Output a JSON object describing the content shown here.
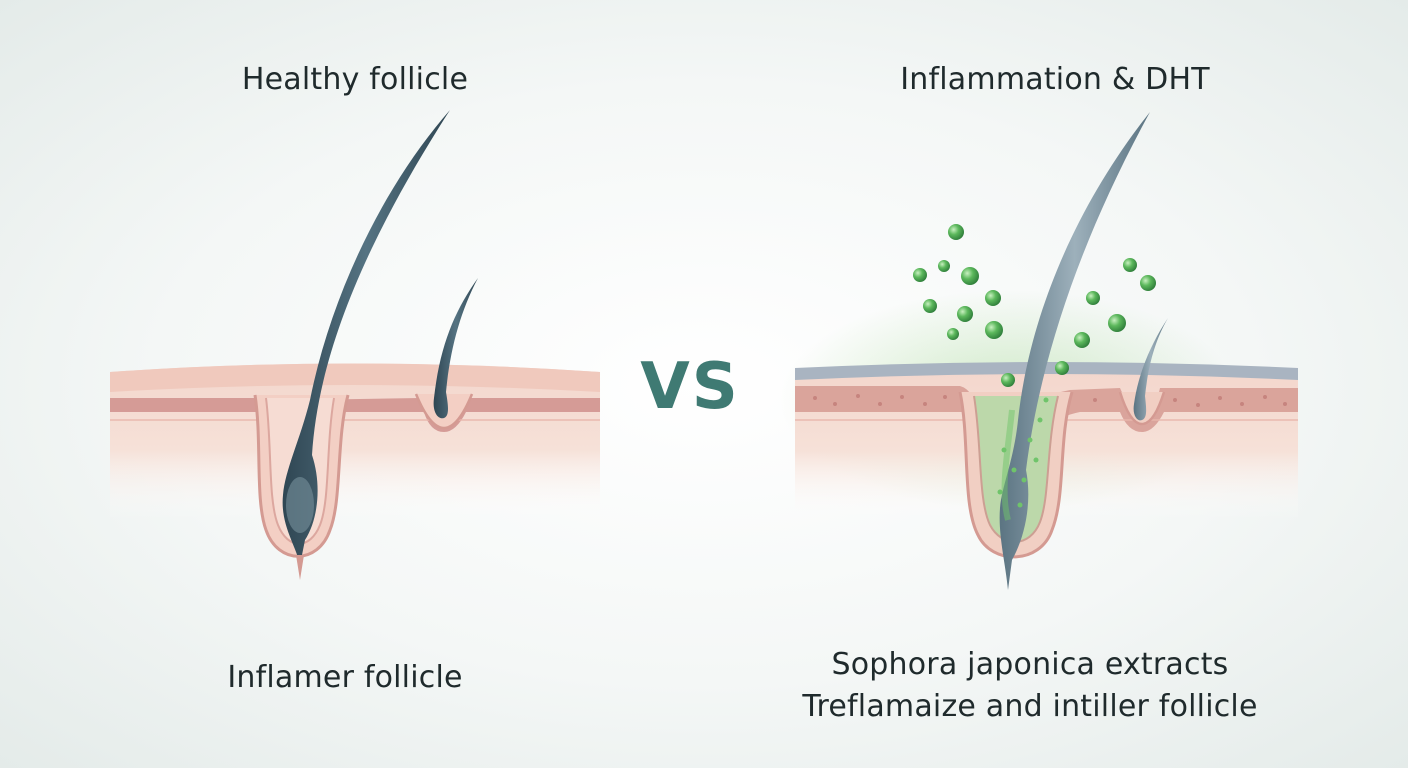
{
  "left_panel": {
    "title": "Healthy follicle",
    "caption": "Inflamer follicle"
  },
  "divider": {
    "label": "VS"
  },
  "right_panel": {
    "title": "Inflammation & DHT",
    "caption_line1": "Sophora japonica extracts",
    "caption_line2": "Treflamaize and intiller follicle"
  },
  "colors": {
    "skin_top": "#f2d2c8",
    "dermis_band": "#cf8f8c",
    "hair": "#3d5866",
    "inflammation": "#5db35d",
    "vs_accent": "#3f7a73"
  }
}
